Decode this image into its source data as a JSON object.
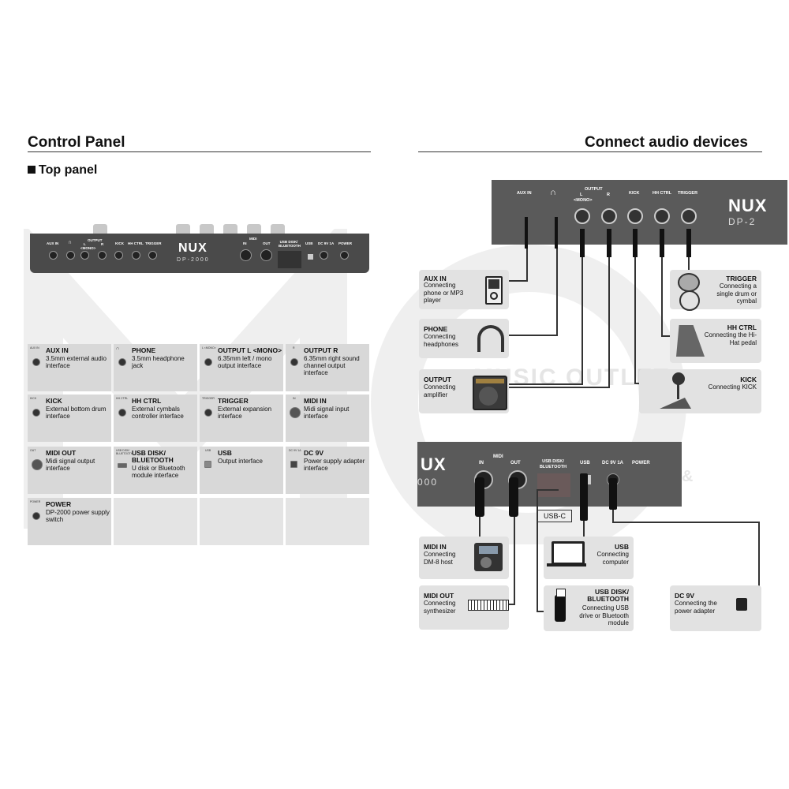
{
  "left": {
    "title": "Control Panel",
    "subtitle": "Top panel",
    "device": {
      "labels": [
        "AUX IN",
        "OUTPUT",
        "L",
        "R",
        "<MONO>",
        "KICK",
        "HH CTRL",
        "TRIGGER",
        "MIDI",
        "IN",
        "OUT",
        "USB DISK/ BLUETOOTH",
        "USB",
        "DC 9V 1A",
        "POWER"
      ],
      "brand": "NUX",
      "model": "DP-2000"
    },
    "cells": [
      {
        "tiny": "AUX IN",
        "title": "AUX IN",
        "desc": "3.5mm external audio interface"
      },
      {
        "tiny": "",
        "title": "PHONE",
        "desc": "3.5mm headphone jack"
      },
      {
        "tiny": "L <MONO>",
        "title": "OUTPUT L <MONO>",
        "desc": "6.35mm left / mono output interface"
      },
      {
        "tiny": "R",
        "title": "OUTPUT R",
        "desc": "6.35mm right sound channel output interface"
      },
      {
        "tiny": "KICK",
        "title": "KICK",
        "desc": "External bottom drum interface"
      },
      {
        "tiny": "HH CTRL",
        "title": "HH CTRL",
        "desc": "External cymbals controller interface"
      },
      {
        "tiny": "TRIGGER",
        "title": "TRIGGER",
        "desc": "External expansion interface"
      },
      {
        "tiny": "IN",
        "title": "MIDI IN",
        "desc": "Midi signal input interface"
      },
      {
        "tiny": "OUT",
        "title": "MIDI OUT",
        "desc": "Midi signal output interface"
      },
      {
        "tiny": "USB DISK/ BLUETOOTH",
        "title": "USB DISK/ BLUETOOTH",
        "desc": "U disk or Bluetooth module interface"
      },
      {
        "tiny": "USB",
        "title": "USB",
        "desc": "Output interface"
      },
      {
        "tiny": "DC 9V 1A",
        "title": "DC 9V",
        "desc": "Power supply adapter interface"
      },
      {
        "tiny": "POWER",
        "title": "POWER",
        "desc": "DP-2000 power supply switch"
      }
    ]
  },
  "right": {
    "title": "Connect audio devices",
    "device_top": {
      "labels": [
        "AUX IN",
        "OUTPUT",
        "L",
        "R",
        "<MONO>",
        "KICK",
        "HH CTRL",
        "TRIGGER"
      ],
      "brand": "NUX",
      "model": "DP-2"
    },
    "device_bottom": {
      "labels": [
        "MIDI",
        "IN",
        "OUT",
        "USB DISK/ BLUETOOTH",
        "USB",
        "DC 9V 1A",
        "POWER"
      ],
      "brand": "UX",
      "model": "000"
    },
    "usbc_label": "USB-C",
    "boxes": {
      "aux": {
        "title": "AUX IN",
        "desc": "Connecting phone or MP3 player"
      },
      "phone": {
        "title": "PHONE",
        "desc": "Connecting headphones"
      },
      "output": {
        "title": "OUTPUT",
        "desc": "Connecting amplifier"
      },
      "trigger": {
        "title": "TRIGGER",
        "desc": "Connecting a single drum or cymbal"
      },
      "hhctrl": {
        "title": "HH CTRL",
        "desc": "Connecting the Hi-Hat pedal"
      },
      "kick": {
        "title": "KICK",
        "desc": "Connecting KICK"
      },
      "midiin": {
        "title": "MIDI IN",
        "desc": "Connecting DM-8 host"
      },
      "midiout": {
        "title": "MIDI OUT",
        "desc": "Connecting synthesizer"
      },
      "usb": {
        "title": "USB",
        "desc": "Connecting computer"
      },
      "usbdisk": {
        "title": "USB DISK/ BLUETOOTH",
        "desc": "Connecting USB drive or Bluetooth module"
      },
      "dc9v": {
        "title": "DC 9V",
        "desc": "Connecting the power adapter"
      }
    }
  },
  "watermark": {
    "line1": "MUSIC OUTLET",
    "line2": "INSTRUMENTS & AMPLIFIERS"
  }
}
